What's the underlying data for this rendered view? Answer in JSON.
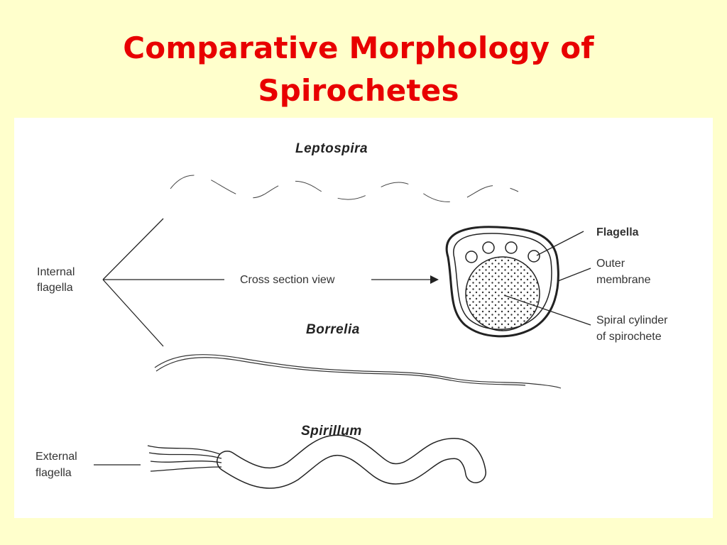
{
  "slide": {
    "title_line1": "Comparative Morphology of",
    "title_line2": "Spirochetes"
  },
  "diagram": {
    "organisms": {
      "leptospira": "Leptospira",
      "borrelia": "Borrelia",
      "spirillum": "Spirillum"
    },
    "labels": {
      "internal_flagella_line1": "Internal",
      "internal_flagella_line2": "flagella",
      "cross_section_view": "Cross section view",
      "flagella": "Flagella",
      "outer_membrane_line1": "Outer",
      "outer_membrane_line2": "membrane",
      "spiral_cylinder_line1": "Spiral cylinder",
      "spiral_cylinder_line2": "of spirochete",
      "external_flagella_line1": "External",
      "external_flagella_line2": "flagella"
    }
  }
}
